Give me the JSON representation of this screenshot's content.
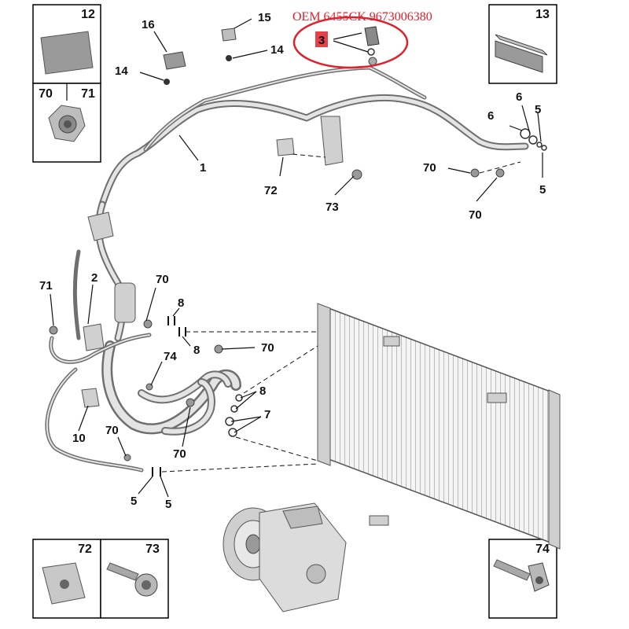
{
  "oem_text": "OEM 6455CK 9673006380",
  "highlight_color": "#e0202a",
  "highlight_label": "3",
  "insets": {
    "top_left_a": "12",
    "top_left_b1": "70",
    "top_left_b2": "71",
    "top_right": "13",
    "bottom_left_a": "72",
    "bottom_left_b": "73",
    "bottom_right": "74"
  },
  "callouts": {
    "c16": "16",
    "c15": "15",
    "c14a": "14",
    "c14b": "14",
    "c1": "1",
    "c6": "6",
    "c5a": "5",
    "c70a": "70",
    "c5b": "5",
    "c72": "72",
    "c73": "73",
    "c70b": "70",
    "c71": "71",
    "c2": "2",
    "c70c": "70",
    "c8a": "8",
    "c8b": "8",
    "c70d": "70",
    "c74": "74",
    "c8c": "8",
    "c7": "7",
    "c10": "10",
    "c70e": "70",
    "c70f": "70",
    "c5c": "5",
    "c5d": "5"
  }
}
